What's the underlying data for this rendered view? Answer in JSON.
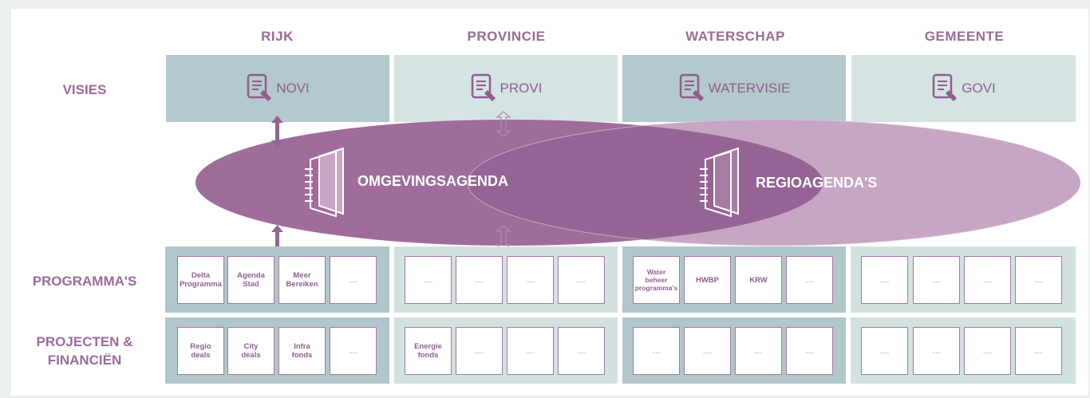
{
  "columns": [
    "RIJK",
    "PROVINCIE",
    "WATERSCHAP",
    "GEMEENTE"
  ],
  "rows": {
    "visies": "VISIES",
    "programmas": "PROGRAMMA'S",
    "projecten_line1": "PROJECTEN &",
    "projecten_line2": "FINANCIËN"
  },
  "visies": [
    "NOVI",
    "PROVI",
    "WATERVISIE",
    "GOVI"
  ],
  "agendas": {
    "omgeving": "OMGEVINGSAGENDA",
    "regio": "REGIOAGENDA'S"
  },
  "programmas": [
    [
      "Delta\nProgramma",
      "Agenda\nStad",
      "Meer\nBereiken",
      "....."
    ],
    [
      ".....",
      ".....",
      ".....",
      "....."
    ],
    [
      "Water\nbeheer\nprogramma's",
      "HWBP",
      "KRW",
      "....."
    ],
    [
      ".....",
      ".....",
      ".....",
      "....."
    ]
  ],
  "projecten": [
    [
      "Regio\ndeals",
      "City\ndeals",
      "Infra\nfonds",
      "....."
    ],
    [
      "Energie\nfonds",
      ".....",
      ".....",
      "....."
    ],
    [
      ".....",
      ".....",
      ".....",
      "....."
    ],
    [
      ".....",
      ".....",
      ".....",
      "....."
    ]
  ],
  "colors": {
    "purple_text": "#9b6b9b",
    "visie_dark": "#b4c9cd",
    "visie_light": "#d6e3e3",
    "band_dark": "#b0c6ca",
    "band_light": "#d3e1e1",
    "omgeving_ellipse": "#a06c9c",
    "regio_ellipse": "#c6a6c3",
    "overlap": "#956495"
  }
}
